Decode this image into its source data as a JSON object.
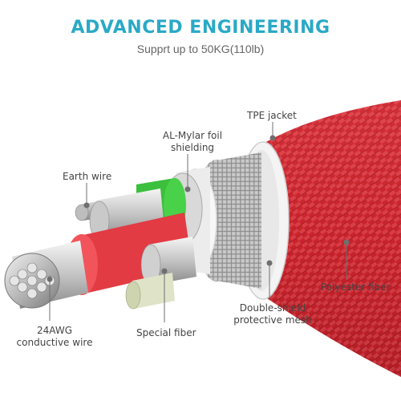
{
  "header": {
    "title": "ADVANCED ENGINEERING",
    "subtitle": "Supprt up to 50KG(110lb)"
  },
  "labels": {
    "tpe_jacket": "TPE jacket",
    "al_mylar_line1": "AL-Mylar foil",
    "al_mylar_line2": "shielding",
    "earth_wire": "Earth wire",
    "polyester_fiber": "Polyester fiber",
    "double_shield_line1": "Double-shield",
    "double_shield_line2": "protective mesh",
    "special_fiber": "Special fiber",
    "awg_line1": "24AWG",
    "awg_line2": "conductive wire"
  },
  "colors": {
    "accent": "#2aa9c6",
    "jacket_red": "#c8232c",
    "insulation_red": "#e23b44",
    "green_core": "#3cbf3c",
    "label_text": "#444444"
  },
  "icons": [
    "cable-cross-section-illustration"
  ]
}
